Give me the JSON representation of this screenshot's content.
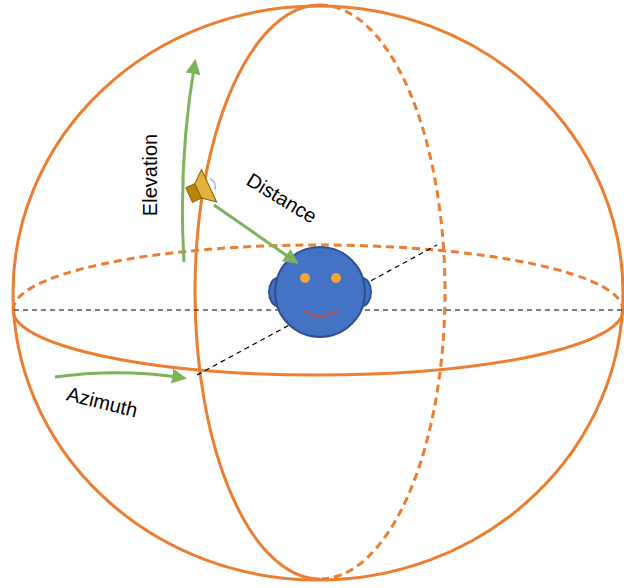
{
  "diagram": {
    "labels": [
      "Elevation",
      "Distance",
      "Azimuth"
    ]
  }
}
